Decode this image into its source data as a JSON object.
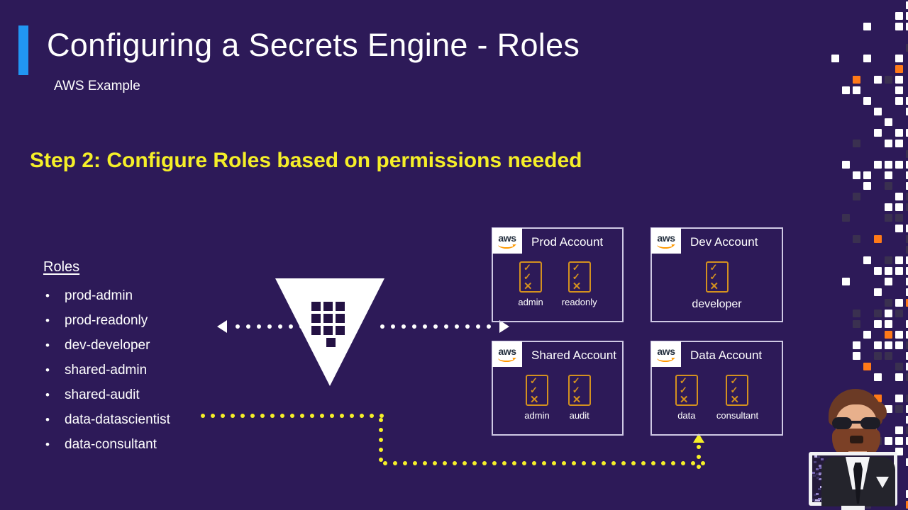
{
  "slide": {
    "title": "Configuring a Secrets Engine - Roles",
    "subtitle": "AWS Example",
    "step_heading": "Step 2: Configure Roles based on permissions needed",
    "background_color": "#2d1a58",
    "accent_color": "#2196f3",
    "highlight_color": "#f5ef28",
    "policy_color": "#d4911f"
  },
  "roles_panel": {
    "heading": "Roles",
    "items": [
      "prod-admin",
      "prod-readonly",
      "dev-developer",
      "shared-admin",
      "shared-audit",
      "data-datascientist",
      "data-consultant"
    ]
  },
  "vault": {
    "icon_name": "vault-triangle-logo",
    "arrow_left_name": "dotted-arrow-left",
    "arrow_right_name": "dotted-arrow-right"
  },
  "flow": {
    "path_name": "data-datascientist-to-data-account-path",
    "path_color": "#f5ef28"
  },
  "accounts": [
    {
      "id": "prod",
      "logo": "aws-logo",
      "logo_text": "aws",
      "title": "Prod Account",
      "policies": [
        {
          "label": "admin",
          "marks": [
            "check",
            "check",
            "x"
          ]
        },
        {
          "label": "readonly",
          "marks": [
            "check",
            "check",
            "x"
          ]
        }
      ]
    },
    {
      "id": "dev",
      "logo": "aws-logo",
      "logo_text": "aws",
      "title": "Dev Account",
      "policies": [
        {
          "label": "developer",
          "marks": [
            "check",
            "check",
            "x"
          ]
        }
      ]
    },
    {
      "id": "shared",
      "logo": "aws-logo",
      "logo_text": "aws",
      "title": "Shared Account",
      "policies": [
        {
          "label": "admin",
          "marks": [
            "check",
            "check",
            "x"
          ]
        },
        {
          "label": "audit",
          "marks": [
            "check",
            "check",
            "x"
          ]
        }
      ]
    },
    {
      "id": "data",
      "logo": "aws-logo",
      "logo_text": "aws",
      "title": "Data Account",
      "policies": [
        {
          "label": "data",
          "marks": [
            "check",
            "check",
            "x"
          ]
        },
        {
          "label": "consultant",
          "marks": [
            "check",
            "check",
            "x"
          ]
        }
      ]
    }
  ],
  "decoration": {
    "pixel_field_name": "pixel-decoration",
    "avatar_name": "presenter-avatar"
  }
}
